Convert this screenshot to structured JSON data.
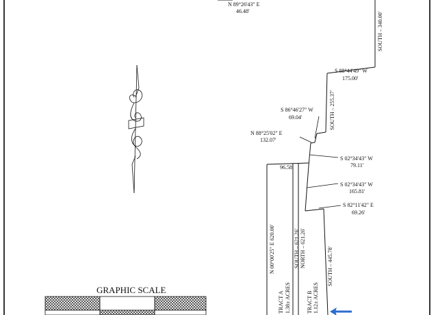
{
  "bearings": {
    "top": "N 89°26'43\" E",
    "s88_44_49": "S 88°44'49\" W",
    "s86_46_27": "S 86°46'27\" W",
    "n88_25_02": "N 88°25'02\" E",
    "s02_a": "S 02°34'43\" W",
    "s02_b": "S 02°34'43\" W",
    "s82_11_42": "S 82°11'42\" E",
    "south_340": "SOUTH – 340.00'",
    "south_255": "SOUTH – 255.37'",
    "n00": "N 00°00'25\" E 620.00'",
    "south_621": "SOUTH – 621.26'",
    "north_621": "NORTH – 621.26'",
    "south_445": "SOUTH – 445.78'"
  },
  "distances": {
    "top": "46.48'",
    "d175": "175.00'",
    "d69_04": "69.04'",
    "d132": "132.07'",
    "d96": "96.58'",
    "d79": "79.11'",
    "d165": "165.81'",
    "d69_26": "69.26'"
  },
  "tracts": {
    "a_name": "TRACT A",
    "a_area": "1.38± ACRES",
    "b_name": "TRACT B",
    "b_area": "1.12± ACRES"
  },
  "scale": {
    "title": "GRAPHIC SCALE"
  },
  "colors": {
    "ink": "#111111",
    "arrow": "#2d6ccd"
  },
  "icons": {
    "north": "north-arrow-icon",
    "pointer": "blue-arrow-icon"
  }
}
